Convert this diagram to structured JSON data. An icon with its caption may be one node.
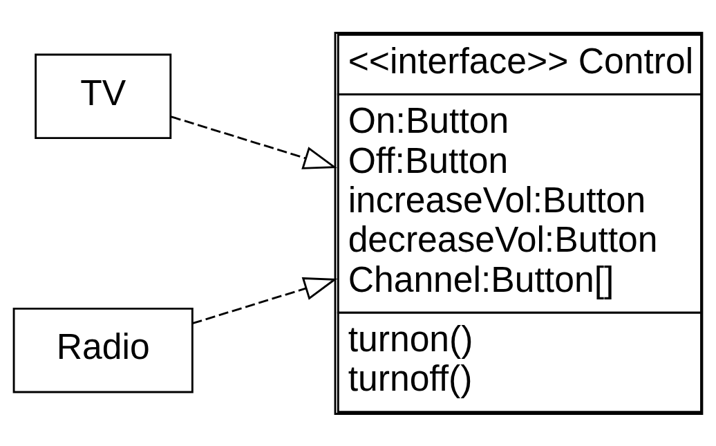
{
  "diagram": {
    "nodes": [
      {
        "text": [
          "TV"
        ]
      },
      {
        "text": [
          "Radio"
        ]
      },
      {
        "text": [
          "<<interface>> Control",
          "On:Button",
          "Off:Button",
          "increaseVol:Button",
          "decreaseVol:Button",
          "Channel:Button[]",
          "turnon()",
          "turnoff()"
        ]
      }
    ],
    "edges": [
      {
        "from": 0,
        "to": 2,
        "arrow": "to",
        "style": "dashed"
      },
      {
        "from": 1,
        "to": 2,
        "arrow": "to",
        "style": "dashed"
      }
    ]
  }
}
